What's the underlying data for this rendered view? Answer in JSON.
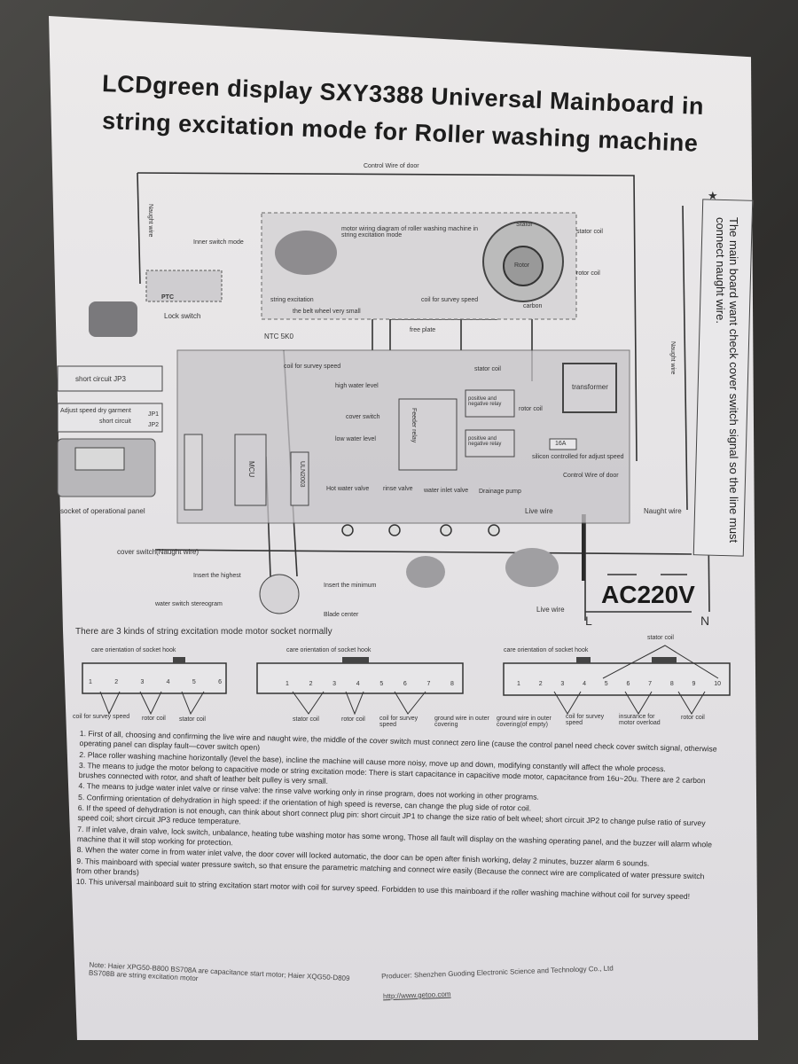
{
  "title_line1": "LCDgreen display SXY3388 Universal Mainboard in",
  "title_line2": "string excitation mode for Roller washing machine",
  "side_note": "The main board want check cover switch signal so the line must connect naught wire.",
  "side_star": "★",
  "labels": {
    "control_wire_top": "Control Wire of door",
    "naught_wire_left": "Naught wire",
    "inner_switch_mode": "Inner switch mode",
    "ptc": "PTC",
    "lock_switch": "Lock switch",
    "motor_diagram": "motor wiring diagram of roller washing machine in string excitation mode",
    "stator": "Stator",
    "rotor": "Rotor",
    "stator_coil_1": "stator coil",
    "rotor_coil_1": "rotor coil",
    "string_excitation": "string excitation",
    "belt_wheel": "the belt wheel very small",
    "coil_survey_speed_1": "coil for survey speed",
    "carbon": "carbon",
    "ntc": "NTC 5K0",
    "free_plate": "free plate",
    "naught_wire_right": "Naught wire",
    "short_circuit_jp3": "short circuit JP3",
    "adjust_speed": "Adjust speed dry garment",
    "jp1": "JP1",
    "short_circuit": "short circuit",
    "jp2": "JP2",
    "coil_survey_speed_2": "coil for survey speed",
    "high_water": "high water level",
    "cover_switch": "cover switch",
    "low_water": "low water level",
    "feeder_relay": "Feeder relay",
    "pos_neg_relay_1": "positive and negative relay",
    "pos_neg_relay_2": "positive and negative relay",
    "rotor_coil_2": "rotor coil",
    "transformer": "transformer",
    "fuse": "16A",
    "silicon": "silicon controlled for adjust speed",
    "stator_coil_2": "stator coil",
    "mcu": "MCU",
    "uln": "ULN2003",
    "socket_panel": "socket of operational panel",
    "control_wire_right": "Control Wire of door",
    "hot_water": "Hot water valve",
    "rinse_valve": "rinse valve",
    "water_inlet": "water inlet valve",
    "drainage": "Drainage pump",
    "live_wire": "Live wire",
    "naught_wire_bottom": "Naught wire",
    "cover_switch_naught": "cover switch(Naught wire)",
    "insert_highest": "Insert the highest",
    "insert_minimum": "Insert the minimum",
    "water_switch": "water switch stereogram",
    "blade_center": "Blade center",
    "live_wire_2": "Live wire",
    "L": "L",
    "N": "N"
  },
  "ac_label": "AC220V",
  "sockets_title": "There are 3 kinds of string excitation mode motor socket normally",
  "socket_hook": "care orientation of socket hook",
  "socket_a_pins": [
    "1",
    "2",
    "3",
    "4",
    "5",
    "6"
  ],
  "socket_a_labels": [
    "coil for survey speed",
    "rotor coil",
    "stator coil"
  ],
  "socket_b_pins": [
    "1",
    "2",
    "3",
    "4",
    "5",
    "6",
    "7",
    "8"
  ],
  "socket_b_labels": [
    "stator coil",
    "rotor coil",
    "coil for survey speed",
    "ground wire in outer covering"
  ],
  "socket_c_pins": [
    "1",
    "2",
    "3",
    "4",
    "5",
    "6",
    "7",
    "8",
    "9",
    "10"
  ],
  "socket_c_top": "stator coil",
  "socket_c_labels": [
    "ground wire in outer covering(of empty)",
    "coil for survey speed",
    "insurance for motor overload",
    "rotor coil"
  ],
  "notes": [
    "1. First of all, choosing and confirming the live wire and naught wire, the middle of the cover switch must connect zero line (cause the control panel need check cover switch signal, otherwise operating panel can display fault—cover switch open)",
    "2. Place roller washing machine horizontally (level the base), incline the machine will cause more noisy, move up and down, modifying constantly will affect the whole process.",
    "3. The means to judge the motor belong to capacitive mode or string excitation mode: There is start capacitance in capacitive mode motor, capacitance from 16u~20u. There are 2 carbon brushes connected with rotor, and shaft of leather belt pulley is very small.",
    "4. The means to judge water inlet valve or rinse valve: the rinse valve working only in rinse program, does not working in other programs.",
    "5. Confirming orientation of dehydration in high speed: if the orientation of high speed is reverse, can change the plug side of rotor coil.",
    "6. If the speed of dehydration is not enough, can think about short connect plug pin: short circuit JP1 to change the size ratio of belt wheel; short circuit JP2 to change pulse ratio of survey speed coil; short circuit JP3 reduce temperature.",
    "7. If inlet valve, drain valve, lock switch, unbalance, heating tube washing motor has some wrong, Those all fault will display on the washing operating panel, and the buzzer will alarm whole machine that it will stop working for protection.",
    "8. When the water come in from water inlet valve, the door cover will locked automatic, the door can be open after finish working, delay 2 minutes, buzzer alarm 6 sounds.",
    "9. This mainboard with special water pressure switch, so that ensure the parametric matching and connect wire easily (Because the connect wire are complicated of water pressure switch from other brands)",
    "10. This universal mainboard suit to string excitation start motor with coil for survey speed. Forbidden to use this mainboard if the roller washing machine without coil for survey speed!"
  ],
  "note_footer": "Note: Haier XPG50-B800 BS708A are capacitance start motor; Haier XQG50-D809 BS708B are string excitation motor",
  "producer": "Producer: Shenzhen Guoding Electronic Science and Technology Co., Ltd",
  "url": "http://www.getoo.com"
}
